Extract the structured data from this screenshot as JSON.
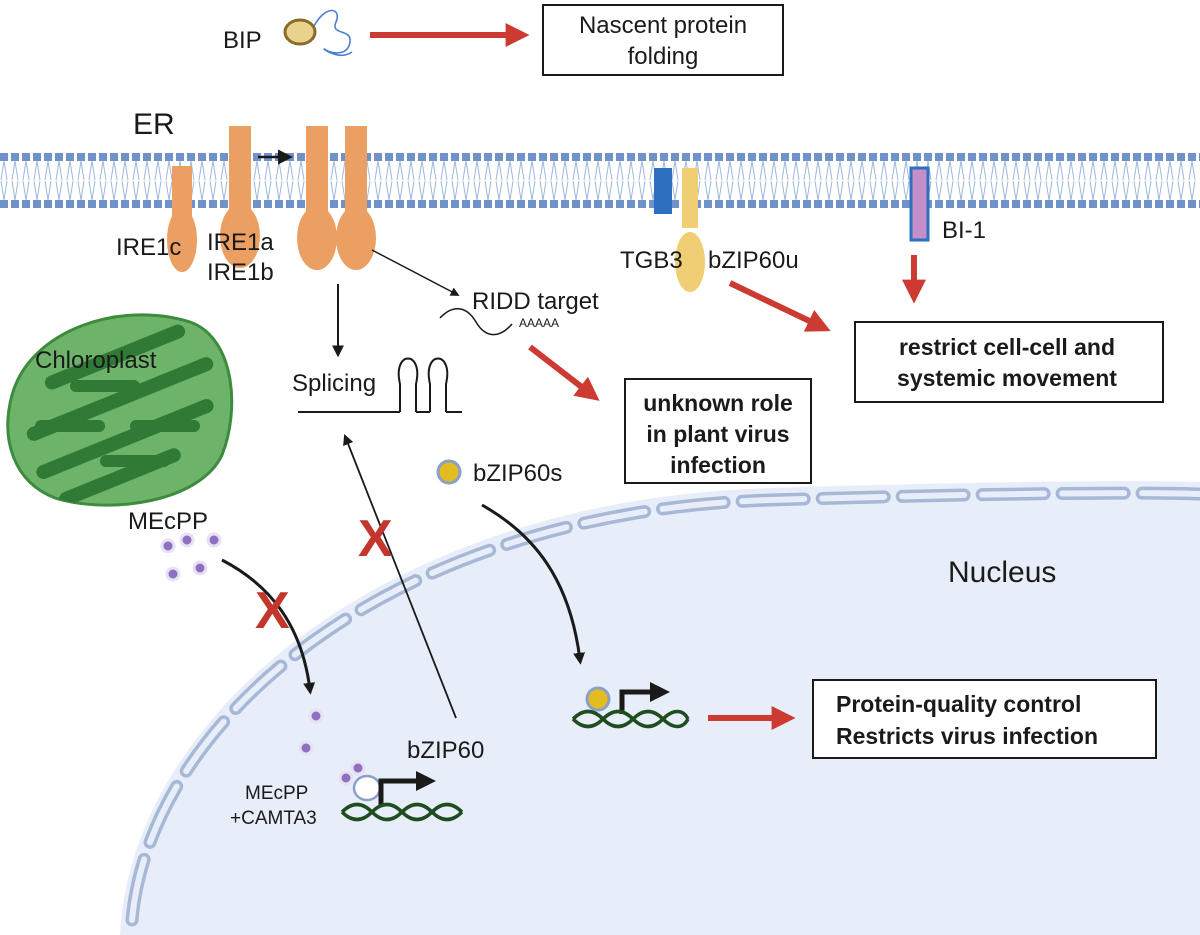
{
  "colors": {
    "membrane": "#6f93c9",
    "ire1": "#ec9f63",
    "red_arrow": "#cc3a32",
    "inhibit_x": "#c4352c",
    "nucleus_fill": "#e8eef9",
    "nucleus_border": "#a7b8d6",
    "chloroplast": "#6db46a",
    "chloroplast_dark": "#2f7a34",
    "tgb3": "#2e6fbf",
    "bzip60": "#f0cf74",
    "bi1": "#c48fc9",
    "mecpp": "#8f6fbf",
    "dna": "#1f4d1f"
  },
  "labels": {
    "bip": "BIP",
    "er": "ER",
    "ire1c": "IRE1c",
    "ire1a": "IRE1a",
    "ire1b": "IRE1b",
    "tgb3": "TGB3",
    "bzip60u": "bZIP60u",
    "bi1": "BI-1",
    "ridd_target": "RIDD target",
    "polya": "AAAAA",
    "chloroplast": "Chloroplast",
    "splicing": "Splicing",
    "bzip60s": "bZIP60s",
    "mecpp": "MEcPP",
    "nucleus": "Nucleus",
    "bzip60": "bZIP60",
    "mecpp_camta3_line1": "MEcPP",
    "mecpp_camta3_line2": "+CAMTA3",
    "x_mark": "X"
  },
  "boxes": {
    "nascent": [
      "Nascent protein",
      "folding"
    ],
    "unknown": [
      "unknown role",
      "in plant virus",
      "infection"
    ],
    "restrict": [
      "restrict cell-cell and",
      "systemic movement"
    ],
    "pqc": [
      "Protein-quality control",
      "Restricts virus infection"
    ]
  }
}
